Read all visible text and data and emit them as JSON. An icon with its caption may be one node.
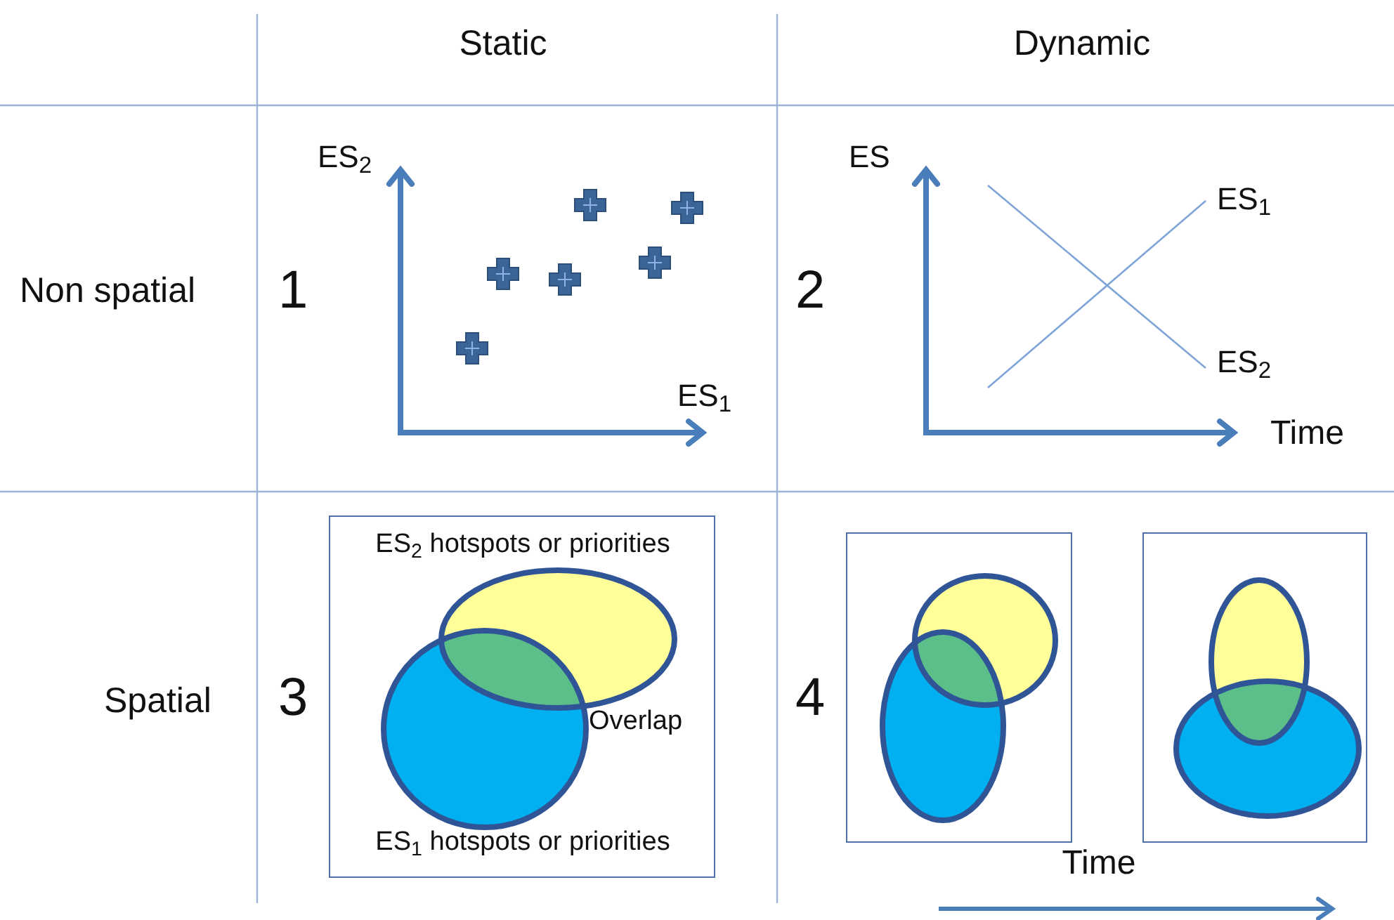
{
  "diagram": {
    "nodes": [
      {
        "text": [
          "ES$_{2}$ hotspots or priorities",
          "Overlap",
          "ES$_{1}$ hotspots or priorities"
        ]
      },
      {
        "text": [],
        "shape": "box"
      },
      {
        "text": [],
        "shape": "box"
      }
    ],
    "labels": [
      "Static",
      "Dynamic",
      "ES$_{2}$",
      "ES",
      "ES$_{1}$",
      "Non spatial",
      "1",
      "2",
      "ES$_{2}$",
      "ES$_{1}$",
      "Time",
      "Spatial",
      "3",
      "4",
      "Time"
    ]
  }
}
